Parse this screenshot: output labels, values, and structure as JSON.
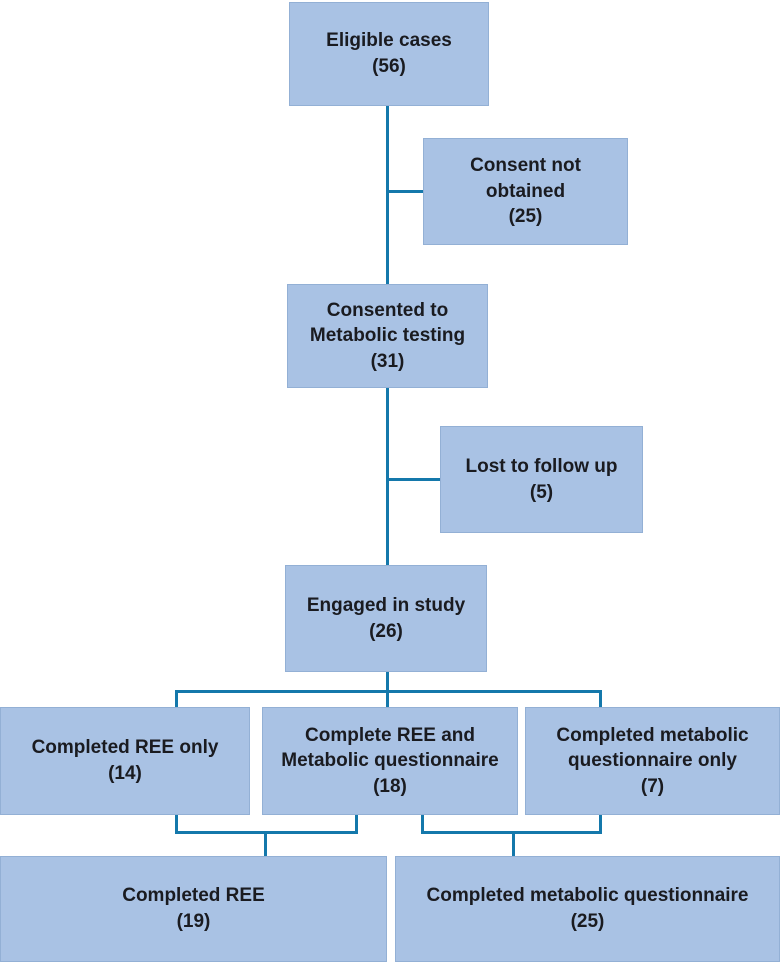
{
  "colors": {
    "box_fill": "#a9c2e4",
    "box_border": "#93b0d5",
    "connector": "#1478ab",
    "text": "#1a1b20",
    "background": "#ffffff"
  },
  "boxes": {
    "eligible": {
      "label": "Eligible cases",
      "count": "(56)"
    },
    "consent_not_obtained": {
      "label": "Consent not\nobtained",
      "count": "(25)"
    },
    "consented_metabolic_testing": {
      "label": "Consented to\nMetabolic testing",
      "count": "(31)"
    },
    "lost_to_follow_up": {
      "label": "Lost to follow up",
      "count": "(5)"
    },
    "engaged_in_study": {
      "label": "Engaged in study",
      "count": "(26)"
    },
    "completed_ree_only": {
      "label": "Completed REE only",
      "count": "(14)"
    },
    "complete_ree_and_metabolic_questionnaire": {
      "label": "Complete REE and\nMetabolic questionnaire",
      "count": "(18)"
    },
    "completed_metabolic_questionnaire_only": {
      "label": "Completed metabolic\nquestionnaire only",
      "count": "(7)"
    },
    "completed_ree": {
      "label": "Completed REE",
      "count": "(19)"
    },
    "completed_metabolic_questionnaire": {
      "label": "Completed metabolic questionnaire",
      "count": "(25)"
    }
  }
}
